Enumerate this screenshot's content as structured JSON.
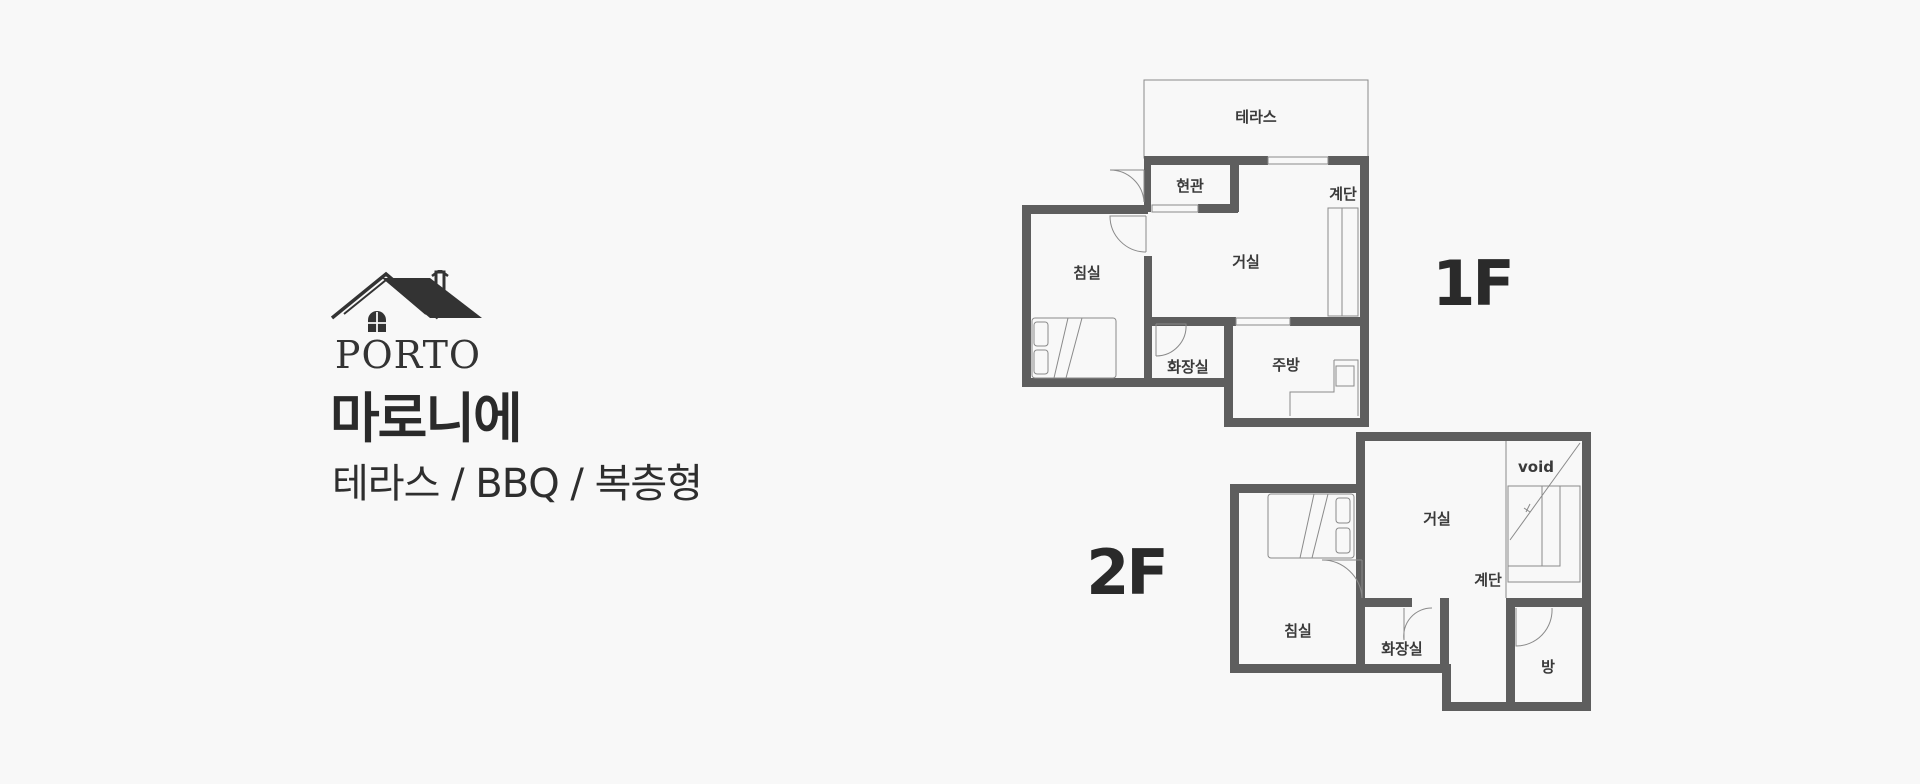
{
  "brand": {
    "logo_text": "PORTO",
    "name": "마로니에",
    "features": "테라스 / BBQ / 복층형"
  },
  "floor1": {
    "label": "1F",
    "rooms": {
      "terrace": "테라스",
      "entrance": "현관",
      "stairs": "계단",
      "bedroom": "침실",
      "living": "거실",
      "bathroom": "화장실",
      "kitchen": "주방"
    }
  },
  "floor2": {
    "label": "2F",
    "rooms": {
      "void": "void",
      "living": "거실",
      "stairs": "계단",
      "bedroom": "침실",
      "bathroom": "화장실",
      "room": "방"
    }
  },
  "colors": {
    "background": "#f8f8f8",
    "wall": "#5e5e5e",
    "text": "#2e2e2e",
    "line": "#8a8a8a"
  }
}
